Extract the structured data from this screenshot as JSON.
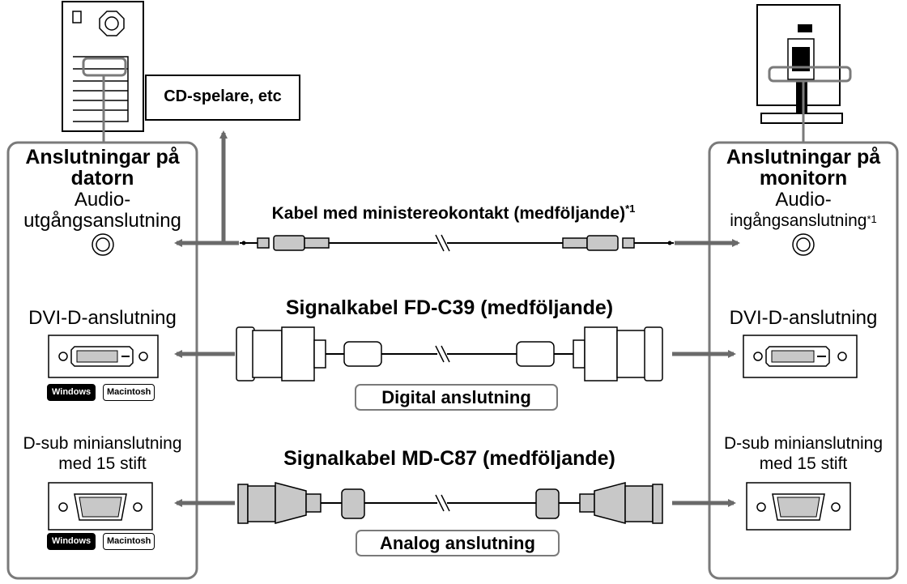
{
  "cd_player": {
    "label": "CD-spelare, etc"
  },
  "computer_panel": {
    "title_line1": "Anslutningar på",
    "title_line2": "datorn",
    "audio_line1": "Audio-",
    "audio_line2": "utgångsanslutning",
    "dvi_label": "DVI-D-anslutning",
    "dsub_line1": "D-sub minianslutning",
    "dsub_line2": "med 15 stift",
    "os_badges": [
      "Windows",
      "Macintosh"
    ]
  },
  "monitor_panel": {
    "title_line1": "Anslutningar på",
    "title_line2": "monitorn",
    "audio_line1": "Audio-",
    "audio_line2": "ingångsanslutning",
    "audio_note": "*1",
    "dvi_label": "DVI-D-anslutning",
    "dsub_line1": "D-sub minianslutning",
    "dsub_line2": "med 15 stift"
  },
  "cables": {
    "audio": {
      "label": "Kabel med ministereokontakt (medföljande)",
      "note": "*1"
    },
    "dvi": {
      "label": "Signalkabel FD-C39 (medföljande)",
      "connection": "Digital anslutning"
    },
    "analog": {
      "label": "Signalkabel MD-C87 (medföljande)",
      "connection": "Analog anslutning"
    }
  },
  "colors": {
    "arrow": "#6a6a6a",
    "panel_border": "#7a7a7a",
    "cable_fill": "#c8c8c8"
  }
}
